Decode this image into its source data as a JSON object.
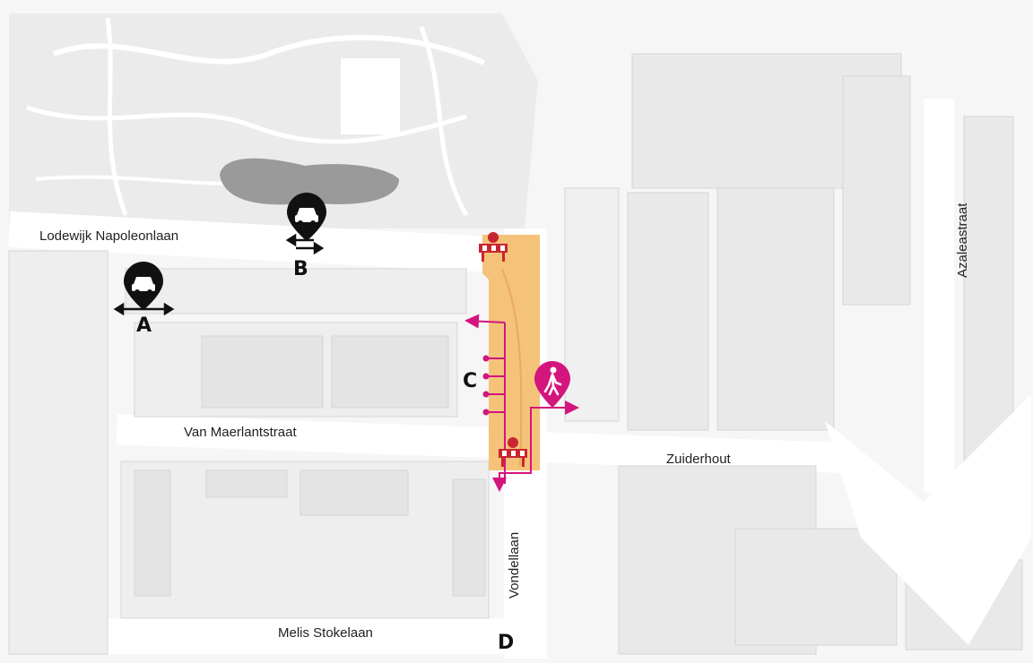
{
  "map": {
    "streets": {
      "lodewijk": "Lodewijk Napoleonlaan",
      "van_maerlant": "Van Maerlantstraat",
      "zuiderhout": "Zuiderhout",
      "vondellaan": "Vondellaan",
      "melis": "Melis Stokelaan",
      "azalea": "Azaleastraat"
    },
    "markers": {
      "a": "A",
      "b": "B",
      "c": "C",
      "d": "D"
    },
    "icons": {
      "car": "car-icon",
      "pedestrian": "pedestrian-icon",
      "roadblock": "roadblock-icon"
    },
    "colors": {
      "work_zone": "#f5c27a",
      "pedestrian_route": "#d4157e",
      "barrier": "#c8262f",
      "marker": "#111111",
      "building": "#eeeeee",
      "park": "#e9e9e9",
      "pond": "#9a9a9a"
    }
  }
}
